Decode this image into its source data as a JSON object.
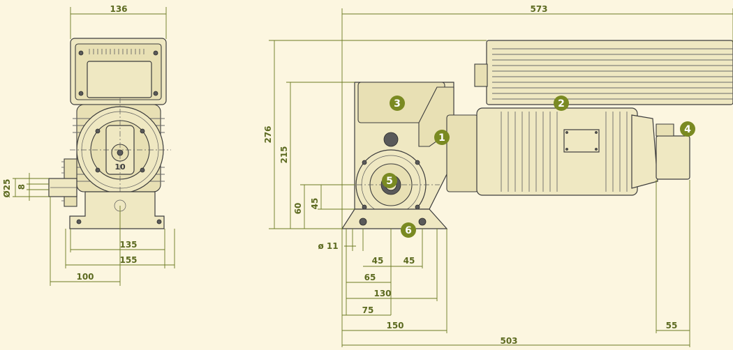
{
  "dimensions": {
    "front_width": "136",
    "front_135": "135",
    "front_155": "155",
    "front_100": "100",
    "front_d25": "Ø25",
    "front_8": "8",
    "front_10": "10",
    "side_573": "573",
    "side_276": "276",
    "side_215": "215",
    "side_60": "60",
    "side_45v": "45",
    "side_d11": "ø 11",
    "side_45a": "45",
    "side_45b": "45",
    "side_65": "65",
    "side_130": "130",
    "side_75": "75",
    "side_150": "150",
    "side_503": "503",
    "side_55": "55"
  },
  "callouts": [
    "1",
    "2",
    "3",
    "4",
    "5",
    "6"
  ],
  "colors": {
    "background": "#fcf6e0",
    "dimension": "#6b7a22",
    "callout": "#7a8a22",
    "body": "#efe8c2",
    "outline": "#3c3c3c"
  }
}
